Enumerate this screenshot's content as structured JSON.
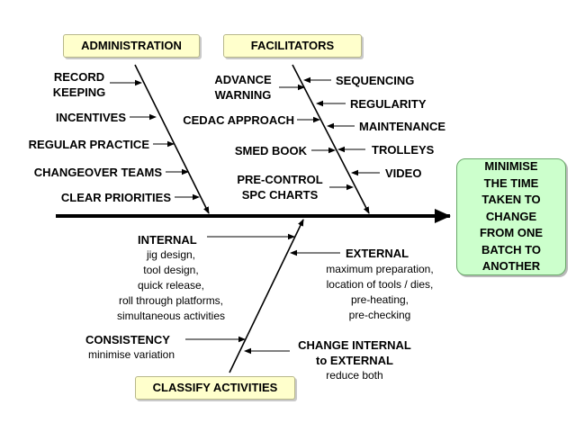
{
  "categories": {
    "administration": "ADMINISTRATION",
    "facilitators": "FACILITATORS",
    "classify": "CLASSIFY ACTIVITIES"
  },
  "goal": "MINIMISE\nTHE TIME\nTAKEN TO\nCHANGE\nFROM ONE\nBATCH TO\nANOTHER",
  "administration_causes": {
    "record_keeping": "RECORD\nKEEPING",
    "incentives": "INCENTIVES",
    "regular_practice": "REGULAR PRACTICE",
    "changeover_teams": "CHANGEOVER TEAMS",
    "clear_priorities": "CLEAR PRIORITIES"
  },
  "facilitator_causes": {
    "advance_warning": "ADVANCE\nWARNING",
    "cedac": "CEDAC APPROACH",
    "smed": "SMED BOOK",
    "pre_control": "PRE-CONTROL\nSPC CHARTS",
    "sequencing": "SEQUENCING",
    "regularity": "REGULARITY",
    "maintenance": "MAINTENANCE",
    "trolleys": "TROLLEYS",
    "video": "VIDEO"
  },
  "classify_causes": {
    "internal": "INTERNAL",
    "internal_detail": "jig design,\ntool design,\nquick release,\nroll through platforms,\nsimultaneous activities",
    "consistency": "CONSISTENCY",
    "consistency_detail": "minimise variation",
    "external": "EXTERNAL",
    "external_detail": "maximum preparation,\nlocation of tools / dies,\npre-heating,\npre-checking",
    "change": "CHANGE INTERNAL\nto EXTERNAL",
    "change_detail": "reduce both"
  }
}
